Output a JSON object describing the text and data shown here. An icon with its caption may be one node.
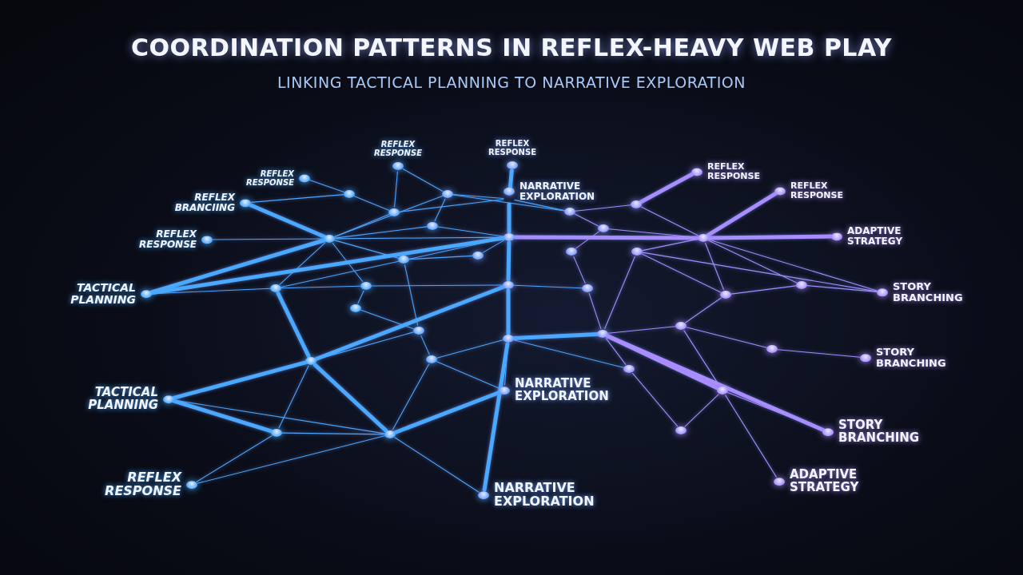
{
  "diagram": {
    "title": "COORDINATION PATTERNS IN REFLEX-HEAVY WEB PLAY",
    "caption": "LINKING TACTICAL PLANNING TO NARRATIVE EXPLORATION",
    "nodes": [
      {
        "text": [
          "REFLEX RESPONSE"
        ]
      },
      {
        "text": [
          "REFLEX RESPONSE"
        ]
      },
      {
        "text": [
          "NARRATIVE EXPLORATION"
        ]
      },
      {
        "text": [
          "REFLEX RESPONSE"
        ]
      },
      {
        "text": [
          "REFLEX BRANCIING"
        ]
      },
      {
        "text": [
          "REFLEX RESPONSE"
        ]
      },
      {
        "text": [
          "TACTICAL PLANNING"
        ]
      },
      {
        "text": [
          "TACTICAL PLANNING"
        ]
      },
      {
        "text": [
          "REFLEX RESPONSE"
        ]
      },
      {
        "text": [
          "NARRATIVE EXPLORATION"
        ]
      },
      {
        "text": [
          "NARRATIVE EXPLORATION"
        ]
      },
      {
        "text": [
          "REFLEX RESPONSE"
        ]
      },
      {
        "text": [
          "REFLEX RESPONSE"
        ]
      },
      {
        "text": [
          "ADAPTIVE STRATEGY"
        ]
      },
      {
        "text": [
          "STORY BRANCHING"
        ]
      },
      {
        "text": [
          "STORY BRANCHING"
        ]
      },
      {
        "text": [
          "STORY BRANCHING"
        ]
      },
      {
        "text": [
          "ADAPTIVE STRATEGY"
        ]
      },
      {
        "text": [],
        "shape": "circle"
      },
      {
        "text": [],
        "shape": "circle"
      },
      {
        "text": [],
        "shape": "circle"
      },
      {
        "text": [],
        "shape": "circle"
      },
      {
        "text": [],
        "shape": "circle"
      },
      {
        "text": [],
        "shape": "circle"
      },
      {
        "text": [],
        "shape": "circle"
      },
      {
        "text": [],
        "shape": "circle"
      },
      {
        "text": [],
        "shape": "circle"
      },
      {
        "text": [],
        "shape": "circle"
      },
      {
        "text": [],
        "shape": "circle"
      },
      {
        "text": [],
        "shape": "circle"
      },
      {
        "text": [],
        "shape": "circle"
      },
      {
        "text": [],
        "shape": "circle"
      },
      {
        "text": [],
        "shape": "circle"
      },
      {
        "text": [],
        "shape": "circle"
      },
      {
        "text": [],
        "shape": "circle"
      },
      {
        "text": [],
        "shape": "circle"
      },
      {
        "text": [],
        "shape": "circle"
      },
      {
        "text": [],
        "shape": "circle"
      },
      {
        "text": [],
        "shape": "circle"
      },
      {
        "text": [],
        "shape": "circle"
      },
      {
        "text": [],
        "shape": "circle"
      },
      {
        "text": [],
        "shape": "circle"
      },
      {
        "text": [],
        "shape": "circle"
      },
      {
        "text": [],
        "shape": "circle"
      },
      {
        "text": [],
        "shape": "circle"
      },
      {
        "text": [],
        "shape": "circle"
      },
      {
        "text": [],
        "shape": "circle"
      },
      {
        "text": [],
        "shape": "circle"
      },
      {
        "text": [],
        "shape": "circle"
      },
      {
        "text": [],
        "shape": "circle"
      },
      {
        "text": [],
        "shape": "circle"
      }
    ],
    "edges": [
      {
        "from": 0,
        "to": 19,
        "arrow": "none"
      },
      {
        "from": 0,
        "to": 20,
        "arrow": "none"
      },
      {
        "from": 3,
        "to": 18,
        "arrow": "none"
      },
      {
        "from": 18,
        "to": 19,
        "arrow": "none"
      },
      {
        "from": 4,
        "to": 22,
        "arrow": "none",
        "style": "thick"
      },
      {
        "from": 4,
        "to": 18,
        "arrow": "none"
      },
      {
        "from": 5,
        "to": 22,
        "arrow": "none"
      },
      {
        "from": 6,
        "to": 30,
        "arrow": "none"
      },
      {
        "from": 6,
        "to": 22,
        "arrow": "none",
        "style": "thick"
      },
      {
        "from": 6,
        "to": 25,
        "arrow": "none",
        "style": "thick"
      },
      {
        "from": 7,
        "to": 39,
        "arrow": "none",
        "style": "thick"
      },
      {
        "from": 7,
        "to": 48,
        "arrow": "none",
        "style": "thick"
      },
      {
        "from": 7,
        "to": 49,
        "arrow": "none"
      },
      {
        "from": 8,
        "to": 48,
        "arrow": "none"
      },
      {
        "from": 8,
        "to": 49,
        "arrow": "none"
      },
      {
        "from": 9,
        "to": 41,
        "arrow": "none",
        "style": "thick"
      },
      {
        "from": 9,
        "to": 49,
        "arrow": "none"
      },
      {
        "from": 10,
        "to": 41,
        "arrow": "none"
      },
      {
        "from": 10,
        "to": 49,
        "arrow": "none",
        "style": "thick"
      },
      {
        "from": 10,
        "to": 45,
        "arrow": "none"
      },
      {
        "from": 1,
        "to": 2,
        "arrow": "none",
        "style": "thick"
      },
      {
        "from": 2,
        "to": 25,
        "arrow": "none",
        "style": "thick"
      },
      {
        "from": 2,
        "to": 19,
        "arrow": "none"
      },
      {
        "from": 2,
        "to": 26,
        "arrow": "none"
      },
      {
        "from": 2,
        "to": 20,
        "arrow": "none"
      },
      {
        "from": 25,
        "to": 33,
        "arrow": "none",
        "style": "thick"
      },
      {
        "from": 25,
        "to": 22,
        "arrow": "none"
      },
      {
        "from": 25,
        "to": 30,
        "arrow": "none"
      },
      {
        "from": 25,
        "to": 29,
        "arrow": "none",
        "style": "thick",
        "color": "#a98cff"
      },
      {
        "from": 25,
        "to": 24,
        "arrow": "none"
      },
      {
        "from": 33,
        "to": 41,
        "arrow": "none",
        "style": "thick"
      },
      {
        "from": 33,
        "to": 31,
        "arrow": "none"
      },
      {
        "from": 33,
        "to": 36,
        "arrow": "none"
      },
      {
        "from": 33,
        "to": 39,
        "arrow": "none",
        "style": "thick"
      },
      {
        "from": 22,
        "to": 23,
        "arrow": "none"
      },
      {
        "from": 22,
        "to": 30,
        "arrow": "none"
      },
      {
        "from": 22,
        "to": 31,
        "arrow": "none"
      },
      {
        "from": 22,
        "to": 19,
        "arrow": "none"
      },
      {
        "from": 22,
        "to": 20,
        "arrow": "none"
      },
      {
        "from": 22,
        "to": 21,
        "arrow": "none"
      },
      {
        "from": 30,
        "to": 39,
        "arrow": "none",
        "style": "thick"
      },
      {
        "from": 30,
        "to": 31,
        "arrow": "none"
      },
      {
        "from": 31,
        "to": 32,
        "arrow": "none"
      },
      {
        "from": 32,
        "to": 40,
        "arrow": "none"
      },
      {
        "from": 23,
        "to": 24,
        "arrow": "none"
      },
      {
        "from": 23,
        "to": 40,
        "arrow": "none"
      },
      {
        "from": 21,
        "to": 25,
        "arrow": "none"
      },
      {
        "from": 21,
        "to": 20,
        "arrow": "none"
      },
      {
        "from": 20,
        "to": 26,
        "arrow": "none"
      },
      {
        "from": 26,
        "to": 27,
        "arrow": "none",
        "color": "#a98cff"
      },
      {
        "from": 26,
        "to": 28,
        "arrow": "none",
        "color": "#a98cff"
      },
      {
        "from": 27,
        "to": 11,
        "arrow": "none",
        "style": "thick",
        "color": "#a98cff"
      },
      {
        "from": 27,
        "to": 29,
        "arrow": "none",
        "color": "#a98cff"
      },
      {
        "from": 28,
        "to": 29,
        "arrow": "none",
        "color": "#a98cff"
      },
      {
        "from": 28,
        "to": 34,
        "arrow": "none",
        "color": "#a98cff"
      },
      {
        "from": 29,
        "to": 12,
        "arrow": "none",
        "style": "thick",
        "color": "#a98cff"
      },
      {
        "from": 29,
        "to": 13,
        "arrow": "none",
        "style": "thick",
        "color": "#a98cff"
      },
      {
        "from": 29,
        "to": 14,
        "arrow": "none",
        "color": "#a98cff"
      },
      {
        "from": 29,
        "to": 35,
        "arrow": "none",
        "color": "#a98cff"
      },
      {
        "from": 29,
        "to": 37,
        "arrow": "none",
        "color": "#a98cff"
      },
      {
        "from": 29,
        "to": 38,
        "arrow": "none",
        "color": "#a98cff"
      },
      {
        "from": 35,
        "to": 37,
        "arrow": "none",
        "color": "#a98cff"
      },
      {
        "from": 35,
        "to": 42,
        "arrow": "none",
        "color": "#a98cff"
      },
      {
        "from": 34,
        "to": 36,
        "arrow": "none",
        "color": "#a98cff"
      },
      {
        "from": 36,
        "to": 42,
        "arrow": "none",
        "color": "#a98cff"
      },
      {
        "from": 37,
        "to": 43,
        "arrow": "none",
        "color": "#a98cff"
      },
      {
        "from": 37,
        "to": 38,
        "arrow": "none",
        "color": "#a98cff"
      },
      {
        "from": 42,
        "to": 43,
        "arrow": "none",
        "color": "#a98cff"
      },
      {
        "from": 42,
        "to": 46,
        "arrow": "none",
        "color": "#a98cff"
      },
      {
        "from": 42,
        "to": 47,
        "arrow": "none",
        "style": "thick",
        "color": "#a98cff"
      },
      {
        "from": 42,
        "to": 16,
        "arrow": "none",
        "style": "thick",
        "color": "#a98cff"
      },
      {
        "from": 43,
        "to": 44,
        "arrow": "none",
        "color": "#a98cff"
      },
      {
        "from": 43,
        "to": 47,
        "arrow": "none",
        "color": "#a98cff"
      },
      {
        "from": 44,
        "to": 15,
        "arrow": "none",
        "color": "#a98cff"
      },
      {
        "from": 47,
        "to": 16,
        "arrow": "none",
        "color": "#a98cff"
      },
      {
        "from": 47,
        "to": 50,
        "arrow": "none",
        "color": "#a98cff"
      },
      {
        "from": 47,
        "to": 17,
        "arrow": "none",
        "color": "#a98cff"
      },
      {
        "from": 46,
        "to": 50,
        "arrow": "none",
        "color": "#a98cff"
      },
      {
        "from": 46,
        "to": 41,
        "arrow": "none"
      },
      {
        "from": 41,
        "to": 45,
        "arrow": "none"
      },
      {
        "from": 40,
        "to": 39,
        "arrow": "none"
      },
      {
        "from": 40,
        "to": 45,
        "arrow": "none"
      },
      {
        "from": 39,
        "to": 48,
        "arrow": "none"
      },
      {
        "from": 39,
        "to": 49,
        "arrow": "none",
        "style": "thick"
      },
      {
        "from": 45,
        "to": 49,
        "arrow": "none"
      },
      {
        "from": 41,
        "to": 42,
        "arrow": "none",
        "style": "thick"
      },
      {
        "from": 48,
        "to": 49,
        "arrow": "none"
      },
      {
        "from": 38,
        "to": 14,
        "arrow": "none",
        "color": "#a98cff"
      },
      {
        "from": 35,
        "to": 14,
        "arrow": "none",
        "color": "#a98cff"
      }
    ]
  }
}
